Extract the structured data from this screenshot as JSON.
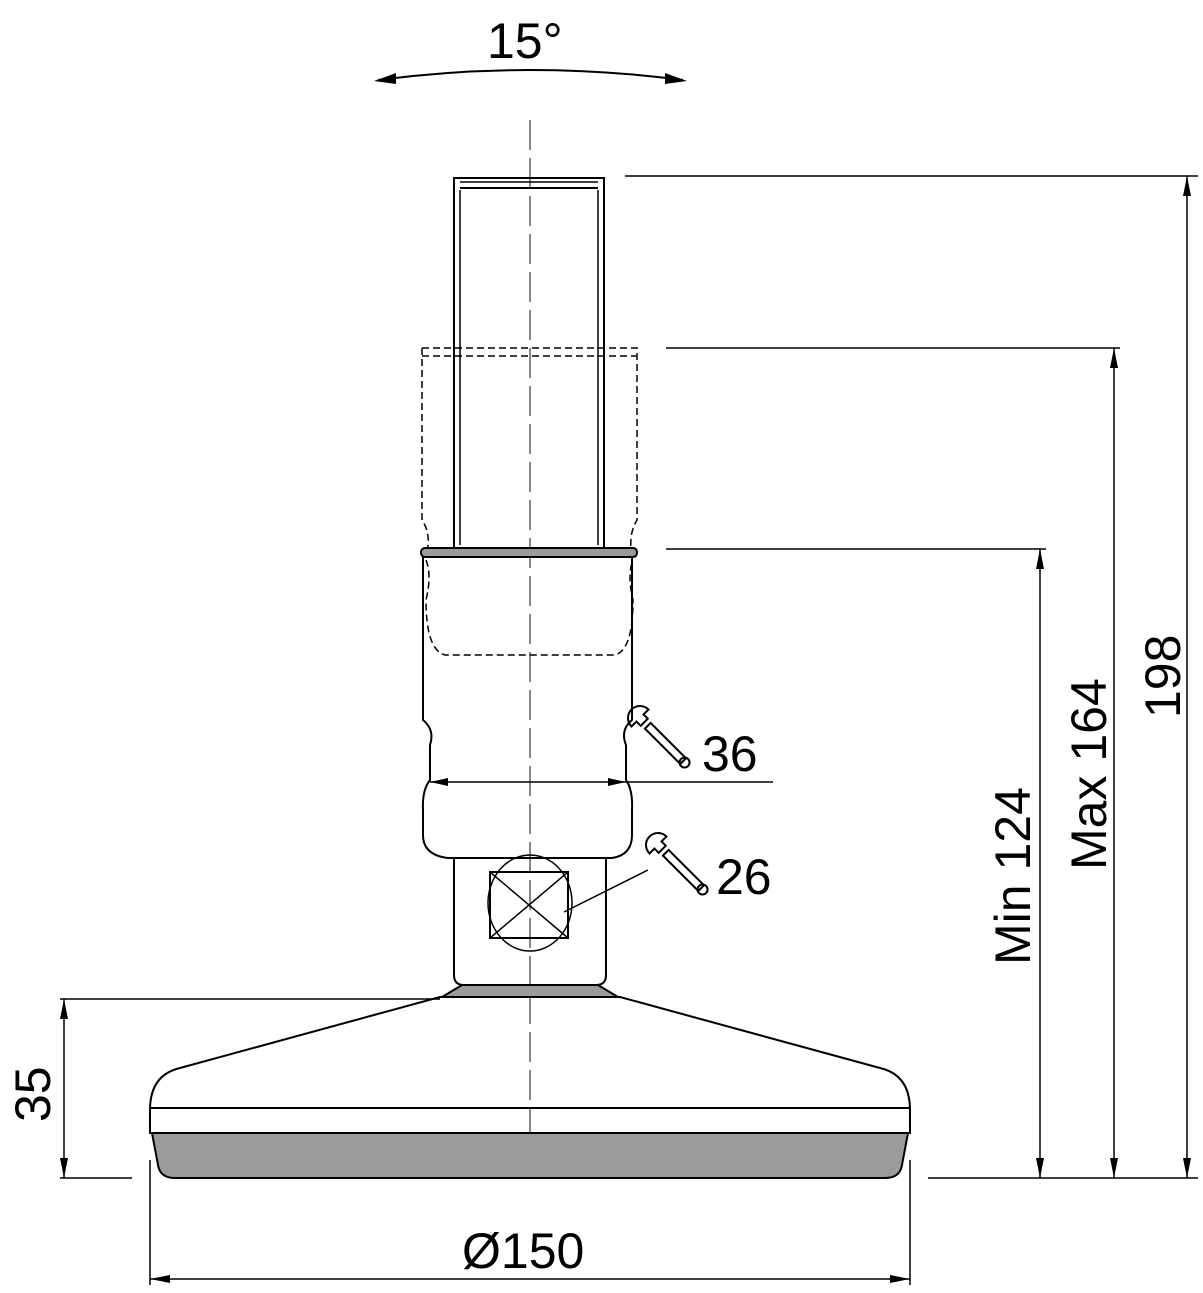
{
  "dimensions": {
    "angle": "15°",
    "total_height": "198",
    "max_height": "Max 164",
    "min_height": "Min 124",
    "base_height": "35",
    "diameter": "Ø150",
    "wrench_upper": "36",
    "wrench_lower": "26"
  },
  "icons": {
    "wrench": "wrench-icon"
  },
  "colors": {
    "line": "#000000",
    "rubber_pad": "#9b9b9b",
    "centerline": "#888888"
  }
}
